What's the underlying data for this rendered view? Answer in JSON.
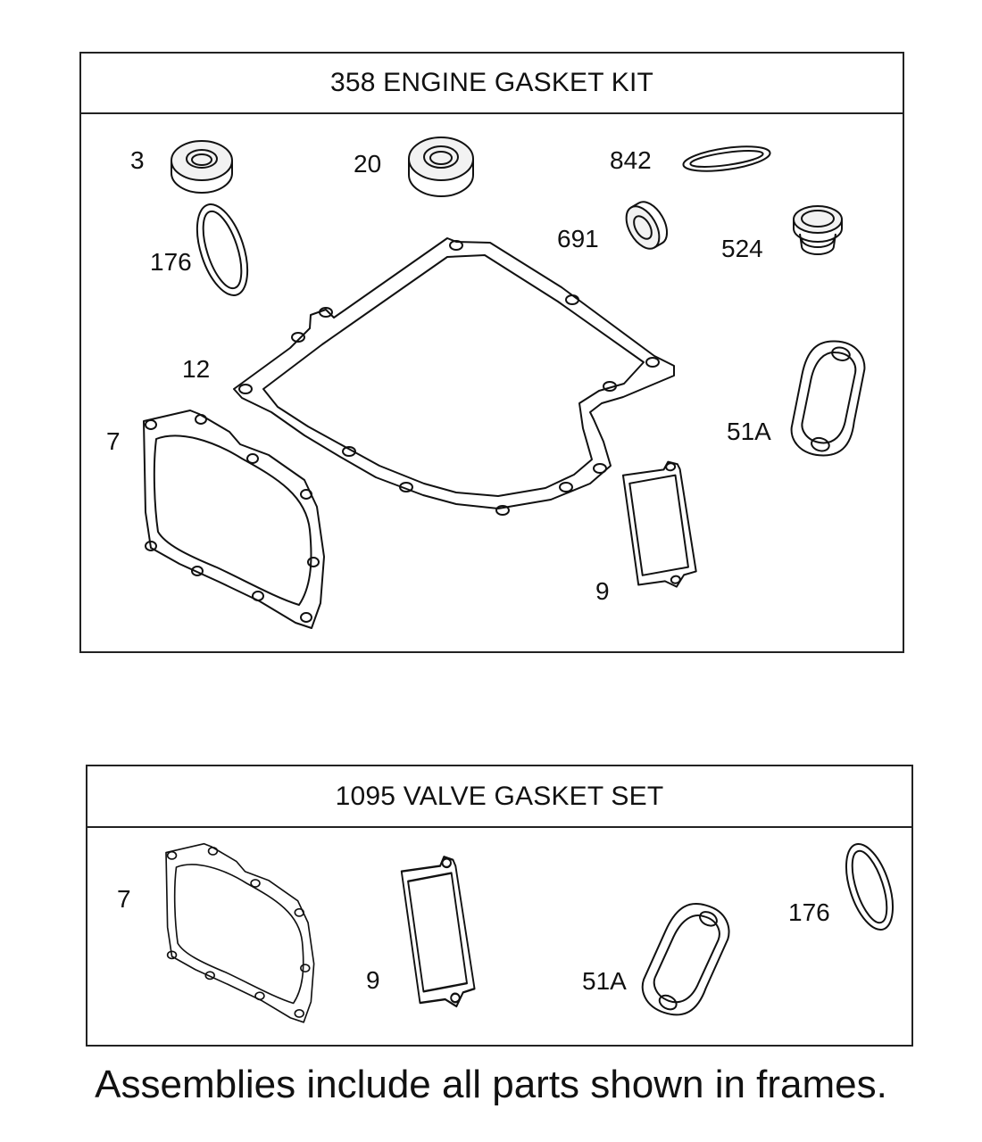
{
  "engine_kit": {
    "title": "358 ENGINE GASKET KIT",
    "callouts": {
      "p3": "3",
      "p20": "20",
      "p842": "842",
      "p176": "176",
      "p691": "691",
      "p524": "524",
      "p12": "12",
      "p7": "7",
      "p51a": "51A",
      "p9": "9"
    }
  },
  "valve_set": {
    "title": "1095 VALVE GASKET SET",
    "callouts": {
      "p7": "7",
      "p9": "9",
      "p51a": "51A",
      "p176": "176"
    }
  },
  "footer": {
    "note": "Assemblies include all parts shown in frames."
  }
}
